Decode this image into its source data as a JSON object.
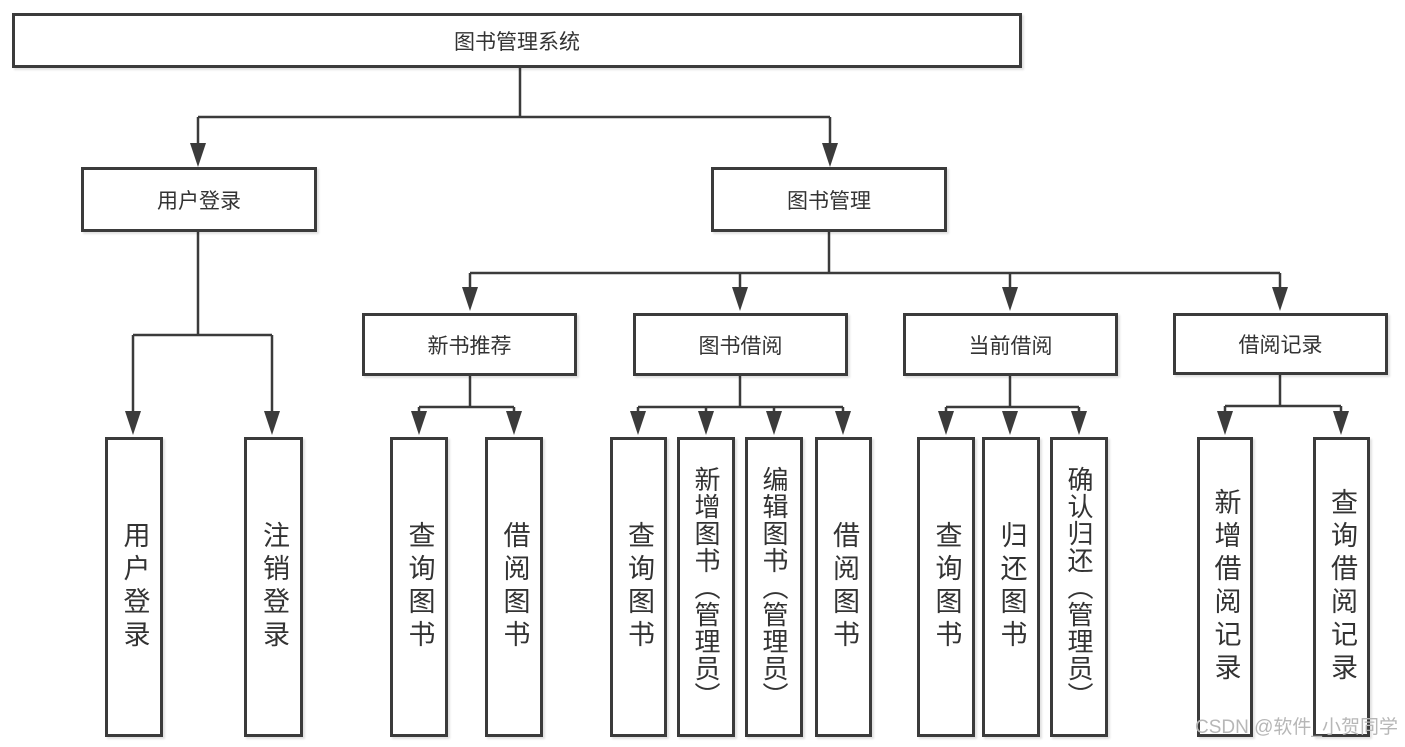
{
  "tree": {
    "root": "图书管理系统",
    "user_login": {
      "label": "用户登录",
      "children": {
        "login": "用户登录",
        "logout": "注销登录"
      }
    },
    "book_mgmt": {
      "label": "图书管理",
      "new_book": {
        "label": "新书推荐",
        "children": {
          "query": "查询图书",
          "borrow": "借阅图书"
        }
      },
      "borrowing": {
        "label": "图书借阅",
        "children": {
          "query": "查询图书",
          "add": "新增图书（管理员）",
          "edit": "编辑图书（管理员）",
          "borrow": "借阅图书"
        }
      },
      "current": {
        "label": "当前借阅",
        "children": {
          "query": "查询图书",
          "return": "归还图书",
          "confirm": "确认归还（管理员）"
        }
      },
      "records": {
        "label": "借阅记录",
        "children": {
          "add": "新增借阅记录",
          "query": "查询借阅记录"
        }
      }
    }
  },
  "watermark": "CSDN @软件_小贺同学",
  "colors": {
    "line": "#3b3b3b",
    "text": "#333333",
    "watermark": "#b7b7b7",
    "background": "#ffffff"
  }
}
